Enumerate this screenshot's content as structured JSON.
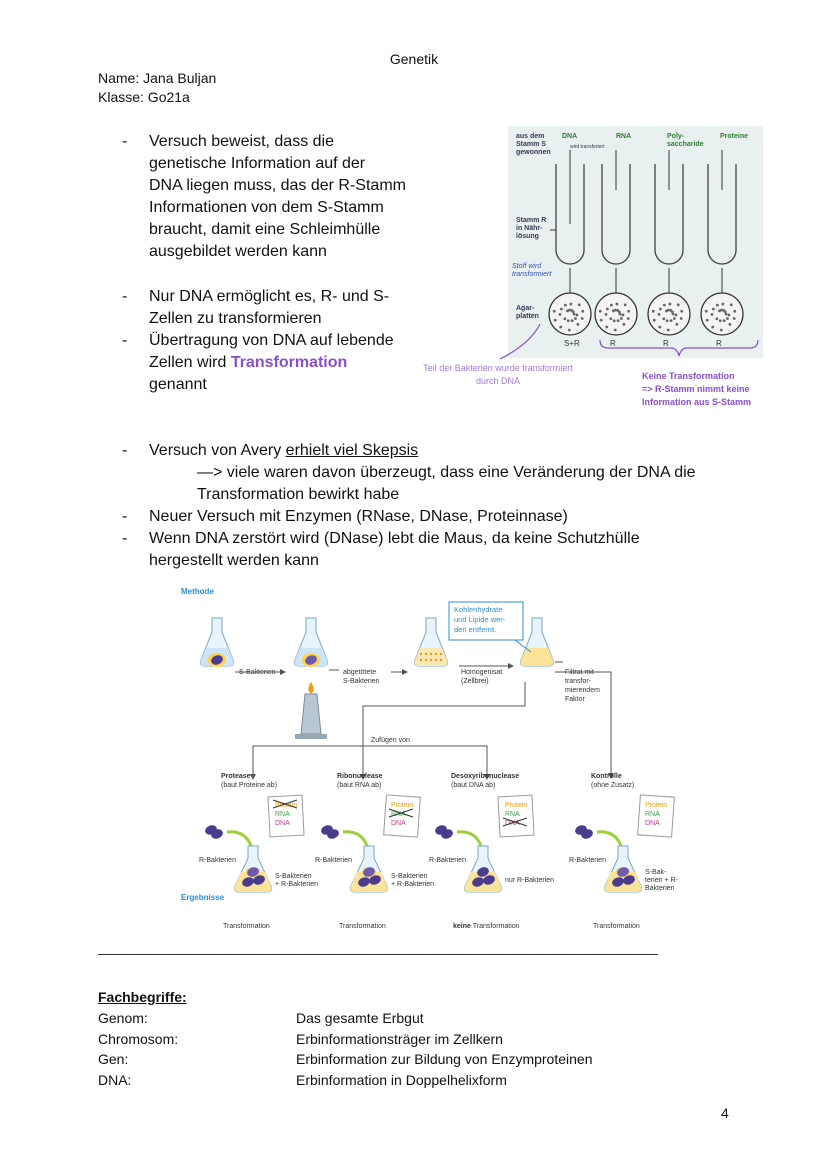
{
  "header": {
    "title": "Genetik",
    "name_line": "Name: Jana Buljan",
    "class_line": "Klasse: Go21a"
  },
  "section1": {
    "b1": [
      "Versuch beweist, dass die",
      "genetische Information auf der",
      "DNA liegen muss, das der R-Stamm",
      "Informationen von dem S-Stamm",
      "braucht, damit eine Schleimhülle",
      "ausgebildet werden kann"
    ],
    "b2": [
      "Nur DNA ermöglicht es, R- und S-",
      "Zellen zu transformieren"
    ],
    "b3a": "Übertragung von DNA auf lebende",
    "b3b": "Zellen wird",
    "b3c": "Transformation",
    "b3d": "genannt"
  },
  "figure1": {
    "labels": {
      "source": [
        "aus dem",
        "Stamm S",
        "gewonnen"
      ],
      "dna": "DNA",
      "dna_note": "wird transferiert",
      "rna": "RNA",
      "poly": [
        "Poly-",
        "saccharide"
      ],
      "proteine": "Proteine",
      "stamm_r": [
        "Stamm R",
        "in Nähr-",
        "lösung"
      ],
      "stoff": [
        "Stoff wird",
        "transformiert"
      ],
      "agar": [
        "Agar-",
        "platten"
      ],
      "plates": [
        "S+R",
        "R",
        "R",
        "R"
      ]
    },
    "note_left": [
      "Teil der Bakterien wurde transformiert",
      "durch DNA"
    ],
    "note_right": [
      "Keine Transformation",
      "=> R-Stamm nimmt keine",
      "Information aus S-Stamm"
    ]
  },
  "section2": {
    "b1_pre": "Versuch von Avery ",
    "b1_u": "erhielt viel Skepsis",
    "arrow_line1": "—> viele waren davon überzeugt, dass eine Veränderung der DNA die",
    "arrow_line2": "Transformation bewirkt habe",
    "b2": "Neuer Versuch mit Enzymen (RNase, DNase, Proteinnase)",
    "b3": [
      "Wenn DNA zerstört wird (DNase) lebt die Maus, da keine Schutzhülle",
      "hergestellt werden kann"
    ]
  },
  "figure2": {
    "methode": "Methode",
    "callout": [
      "Kohlenhydrate",
      "und Lipide wer-",
      "den entfernt."
    ],
    "s_bakterien": "S-Bakterien",
    "abgetoetet": [
      "abgetötete",
      "S-Bakterien"
    ],
    "homogenisat": [
      "Homogenisat",
      "(Zellbrei)"
    ],
    "filtrat": [
      "Filtrat mit",
      "transfor-",
      "mierendem",
      "Faktor"
    ],
    "zufuegen": "Zufügen von",
    "branches": [
      {
        "title": "Protease",
        "sub": "(baut Proteine ab)",
        "card": [
          "Protein",
          "RNA",
          "DNA"
        ],
        "crossed": 0,
        "result": [
          "S-Bakterien",
          "+ R-Bakterien"
        ],
        "outcome_b": "",
        "outcome": "Transformation"
      },
      {
        "title": "Ribonuclease",
        "sub": "(baut RNA ab)",
        "card": [
          "Protein",
          "RNA",
          "DNA"
        ],
        "crossed": 1,
        "result": [
          "S-Bakterien",
          "+ R-Bakterien"
        ],
        "outcome_b": "",
        "outcome": "Transformation"
      },
      {
        "title": "Desoxyribonuclease",
        "sub": "(baut DNA ab)",
        "card": [
          "Protein",
          "RNA",
          "DNA"
        ],
        "crossed": 2,
        "result": [
          "nur R-Bakterien"
        ],
        "outcome_b": "keine",
        "outcome": " Transformation"
      },
      {
        "title": "Kontrolle",
        "sub": "(ohne Zusatz)",
        "card": [
          "Protein",
          "RNA",
          "DNA"
        ],
        "crossed": -1,
        "result": [
          "S-Bak-",
          "terien + R-",
          "Bakterien"
        ],
        "outcome_b": "",
        "outcome": "Transformation"
      }
    ],
    "r_bakterien": "R-Bakterien",
    "ergebnisse": "Ergebnisse"
  },
  "separator": "———————————————————————————————————————————",
  "terms": {
    "heading": "Fachbegriffe:",
    "items": [
      {
        "term": "Genom:",
        "def": "Das gesamte Erbgut"
      },
      {
        "term": "Chromosom:",
        "def": "Erbinformationsträger im Zellkern"
      },
      {
        "term": "Gen:",
        "def": "Erbinformation zur Bildung von Enzymproteinen"
      },
      {
        "term": "DNA:",
        "def": "Erbinformation in Doppelhelixform"
      }
    ]
  },
  "page_number": "4",
  "colors": {
    "purple": "#8a4fd0",
    "blue": "#2f8fd0",
    "green": "#3fa34d",
    "orange": "#e0a020",
    "red": "#c0392b",
    "magenta": "#c0408a"
  }
}
